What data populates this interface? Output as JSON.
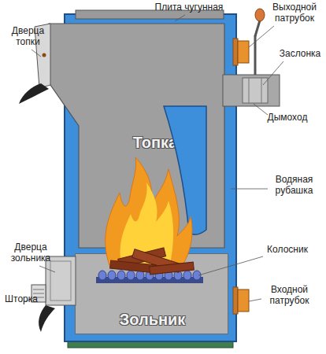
{
  "diagram": {
    "nodes": [
      {
        "text": [
          "Топка"
        ]
      },
      {
        "text": [
          "Зольник"
        ]
      }
    ],
    "labels": [
      "Плита чугунная",
      "Выходной патрубок",
      "Дверца топки",
      "Заслонка",
      "Дымоход",
      "Водяная рубашка",
      "Дверца зольника",
      "Шторка",
      "Колосник",
      "Входной патрубок"
    ]
  }
}
